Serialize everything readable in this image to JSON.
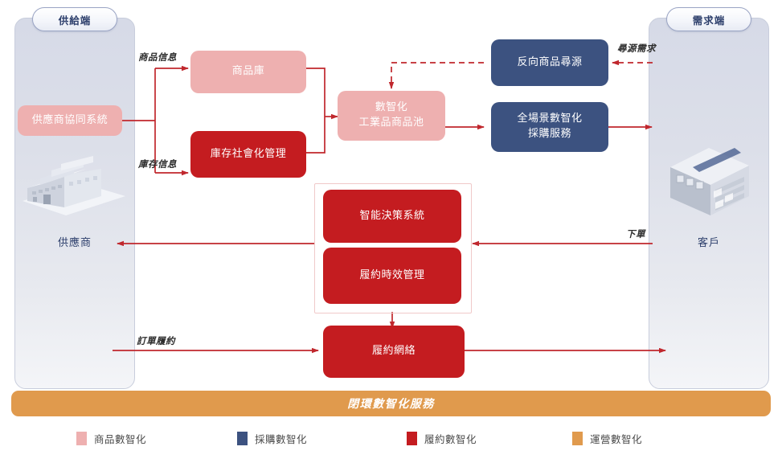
{
  "panels": {
    "left": {
      "pill": "供給端",
      "caption": "供應商",
      "icon": "factory-isometric-icon"
    },
    "right": {
      "pill": "需求端",
      "caption": "客戶",
      "icon": "warehouse-isometric-icon"
    }
  },
  "nodes": {
    "supplier_system": "供應商協同系統",
    "product_library": "商品庫",
    "inventory_social": "庫存社會化管理",
    "product_pool_line1": "數智化",
    "product_pool_line2": "工業品商品池",
    "reverse_sourcing": "反向商品尋源",
    "procurement_line1": "全場景數智化",
    "procurement_line2": "採購服務",
    "decision_system": "智能決策系統",
    "fulfillment_timing": "履約時效管理",
    "fulfillment_network": "履約網絡"
  },
  "edge_labels": {
    "product_info": "商品信息",
    "inventory_info": "庫存信息",
    "sourcing_demand": "尋源需求",
    "place_order": "下單",
    "order_fulfillment": "訂單履約"
  },
  "banner": {
    "text": "閉環數智化服務"
  },
  "legend": {
    "items": [
      {
        "label": "商品數智化",
        "color": "#eeb0b0"
      },
      {
        "label": "採購數智化",
        "color": "#3c5280"
      },
      {
        "label": "履約數智化",
        "color": "#c41c20"
      },
      {
        "label": "運營數智化",
        "color": "#e09a4d"
      }
    ]
  },
  "colors": {
    "pink": "#eeb0b0",
    "navy": "#3c5280",
    "red": "#c41c20",
    "orange": "#e09a4d",
    "arrow": "#c0272d",
    "panel_text": "#2c3e6b"
  }
}
